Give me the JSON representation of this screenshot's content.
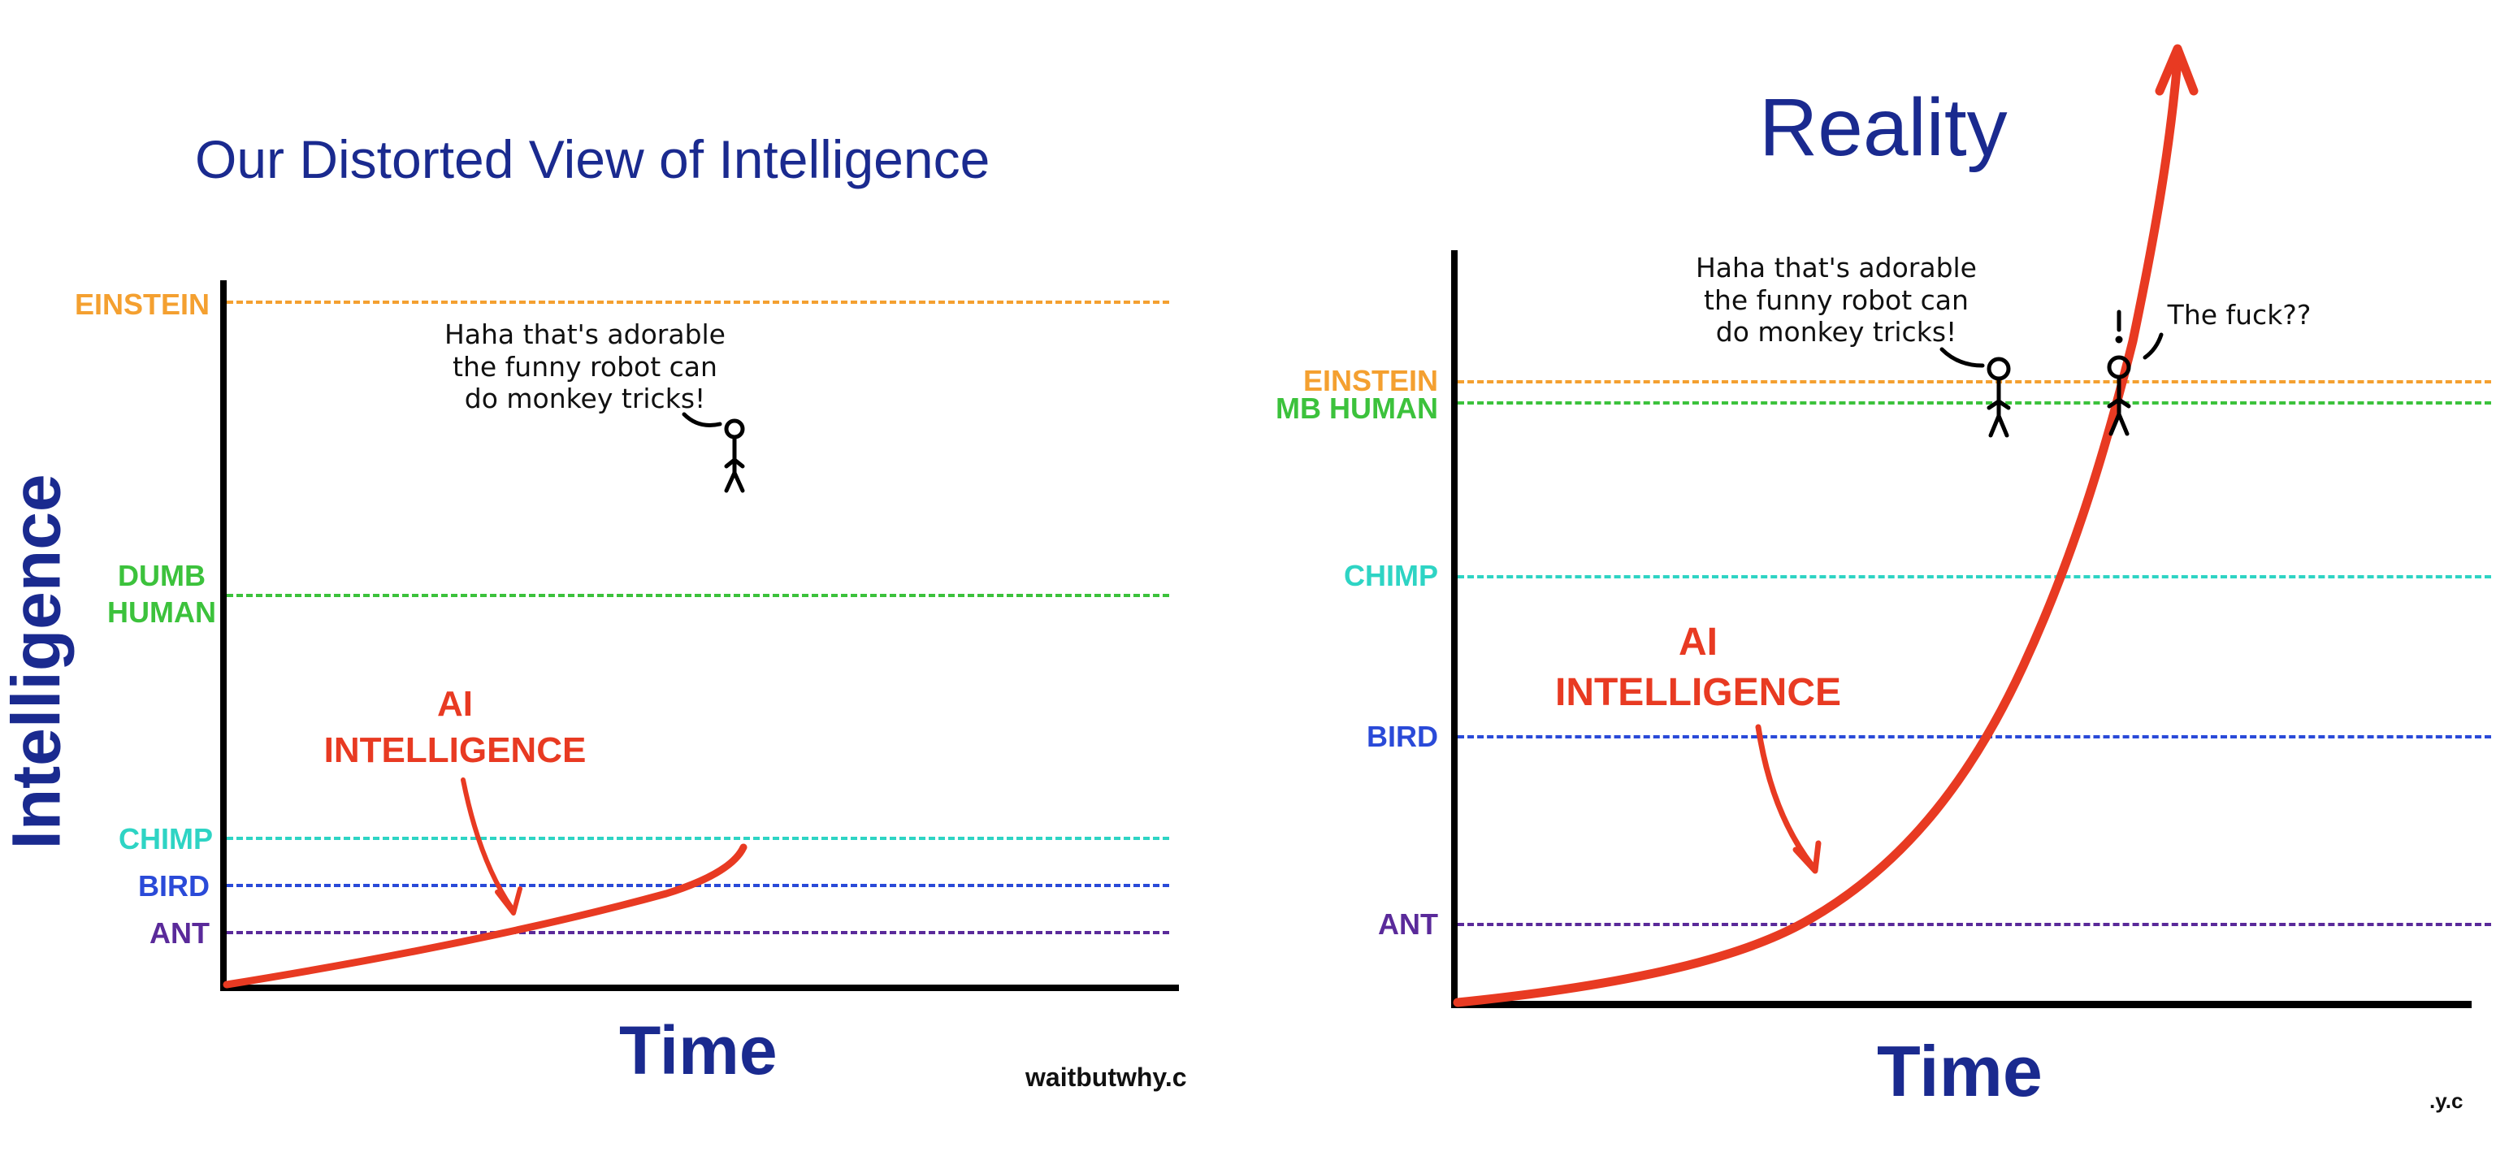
{
  "left": {
    "title": "Our Distorted View of Intelligence",
    "y_axis_label": "Intelligence",
    "x_axis_label": "Time",
    "levels": [
      {
        "id": "einstein",
        "label": "EINSTEIN",
        "color": "#f4a030"
      },
      {
        "id": "dumb-human",
        "label": "DUMB\nHUMAN",
        "color": "#3cc23c"
      },
      {
        "id": "chimp",
        "label": "CHIMP",
        "color": "#2ed4c4"
      },
      {
        "id": "bird",
        "label": "BIRD",
        "color": "#2a4ad8"
      },
      {
        "id": "ant",
        "label": "ANT",
        "color": "#5a2a9a"
      }
    ],
    "ai_label": "AI\nINTELLIGENCE",
    "speech": "Haha that's adorable\nthe funny robot can\ndo monkey tricks!",
    "credit": "waitbutwhy.c"
  },
  "right": {
    "title": "Reality",
    "x_axis_label": "Time",
    "levels": [
      {
        "id": "einstein",
        "label": "EINSTEIN",
        "color": "#f4a030"
      },
      {
        "id": "dumb-human",
        "label": "MB HUMAN",
        "color": "#3cc23c"
      },
      {
        "id": "chimp",
        "label": "CHIMP",
        "color": "#2ed4c4"
      },
      {
        "id": "bird",
        "label": "BIRD",
        "color": "#2a4ad8"
      },
      {
        "id": "ant",
        "label": "ANT",
        "color": "#5a2a9a"
      }
    ],
    "ai_label": "AI\nINTELLIGENCE",
    "speech_1": "Haha that's adorable\nthe funny robot can\ndo monkey tricks!",
    "speech_2": "The fuck??",
    "credit": ".y.c"
  },
  "colors": {
    "title": "#1a2a8f",
    "ai_curve": "#e83a22",
    "axis": "#000000"
  }
}
